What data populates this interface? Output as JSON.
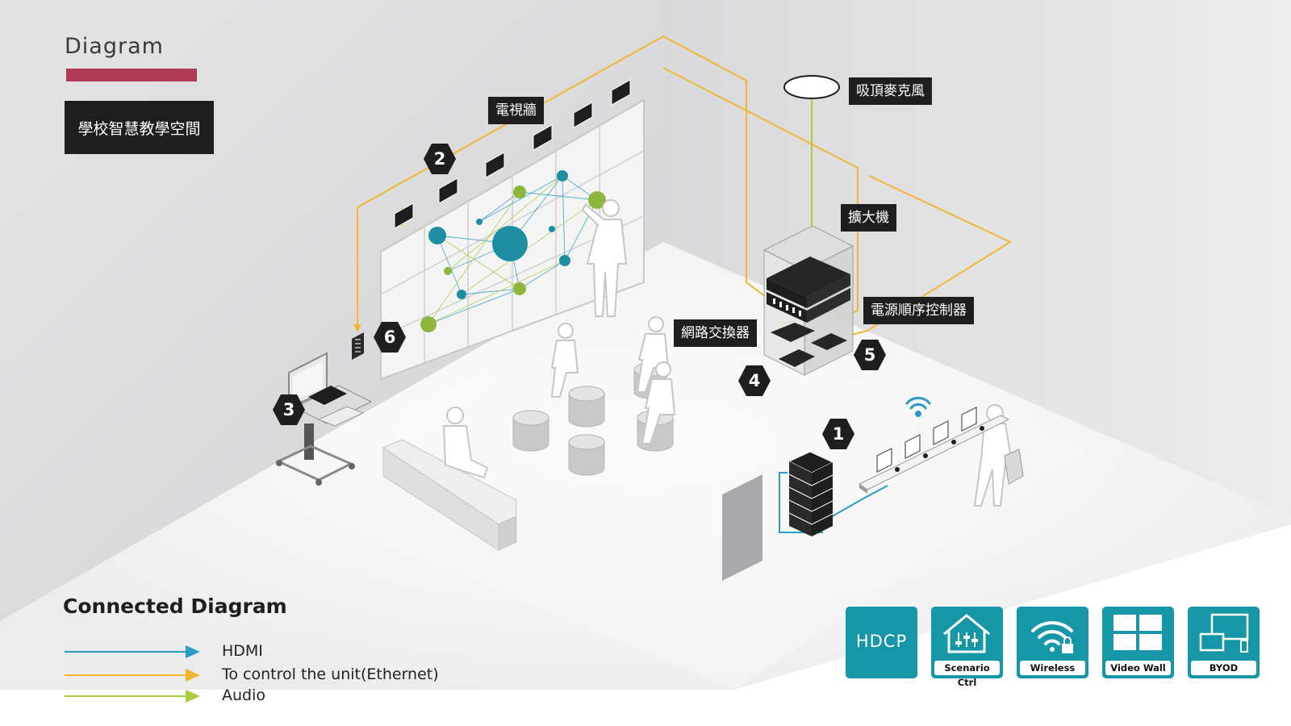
{
  "header": {
    "title": "Diagram",
    "subtitle": "學校智慧教學空間"
  },
  "labels": {
    "tv_wall": "電視牆",
    "ceiling_mic": "吸頂麥克風",
    "amplifier": "擴大機",
    "power_sequencer": "電源順序控制器",
    "network_switch": "網路交換器"
  },
  "badges": [
    "1",
    "2",
    "3",
    "4",
    "5",
    "6"
  ],
  "legend": {
    "title": "Connected Diagram",
    "items": [
      {
        "label": "HDMI",
        "color": "#2a9bc6"
      },
      {
        "label": "To control the unit(Ethernet)",
        "color": "#f2b731"
      },
      {
        "label": "Audio",
        "color": "#a8cc3c"
      }
    ]
  },
  "features": [
    {
      "label": "HDCP",
      "icon": "hdcp-icon"
    },
    {
      "label": "Scenario Ctrl",
      "icon": "house-sliders-icon"
    },
    {
      "label": "Wireless",
      "icon": "wifi-lock-icon"
    },
    {
      "label": "Video Wall",
      "icon": "grid-icon"
    },
    {
      "label": "BYOD",
      "icon": "devices-icon"
    }
  ],
  "colors": {
    "accent_bar": "#b23a57",
    "feature_teal": "#1597a8",
    "label_bg": "#1e1e1e",
    "ethernet": "#f2b731",
    "hdmi": "#2a9bc6",
    "audio": "#a8cc3c"
  }
}
